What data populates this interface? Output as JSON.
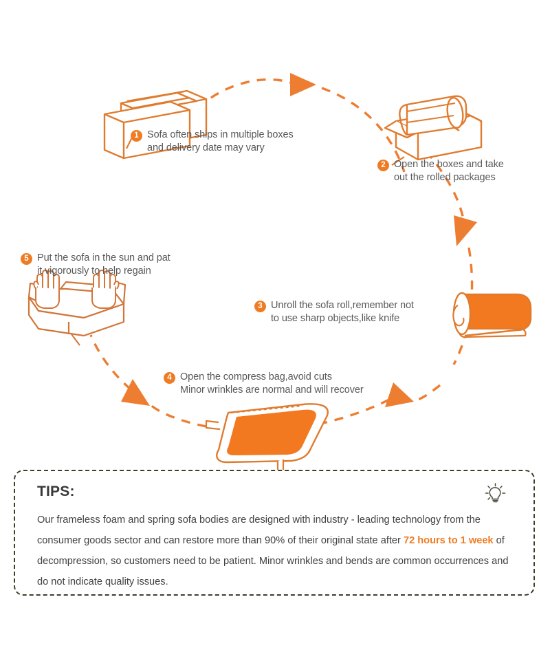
{
  "meta": {
    "accent_color": "#EF7C23",
    "text_color": "#58585A",
    "tips_border_color": "#3D3D2A",
    "background": "#FFFFFF"
  },
  "flow": {
    "steps": [
      {
        "number": "1",
        "text": "Sofa often ships in multiple boxes\nand delivery date may vary",
        "illustration": "stacked-boxes-icon"
      },
      {
        "number": "2",
        "text": "Open the boxes and take\nout the rolled packages",
        "illustration": "open-box-with-roll-icon"
      },
      {
        "number": "3",
        "text": "Unroll the sofa roll,remember not\nto use sharp objects,like knife",
        "illustration": "sofa-roll-icon"
      },
      {
        "number": "4",
        "text": "Open the compress bag,avoid cuts\nMinor wrinkles are normal and will recover",
        "illustration": "compress-bag-icon"
      },
      {
        "number": "5",
        "text": "Put the sofa in the sun and pat\nit vigorously to help regain",
        "illustration": "sofa-with-hands-icon"
      }
    ],
    "arrows": [
      {
        "name": "arrow-step1-to-step2",
        "direction": "right"
      },
      {
        "name": "arrow-step2-to-step3",
        "direction": "down-left"
      },
      {
        "name": "arrow-step3-to-step4",
        "direction": "up-left"
      },
      {
        "name": "arrow-step4-to-step5",
        "direction": "up-left"
      }
    ]
  },
  "tips": {
    "title": "TIPS:",
    "icon": "lightbulb-icon",
    "body_part_1": "Our frameless foam and spring sofa bodies are designed with industry - leading technology from the consumer goods sector and can restore more than 90% of their original state after ",
    "highlight": "72 hours to 1 week",
    "body_part_2": " of decompression, so customers need to be patient. Minor wrinkles and bends are common occurrences and do not indicate quality issues."
  }
}
